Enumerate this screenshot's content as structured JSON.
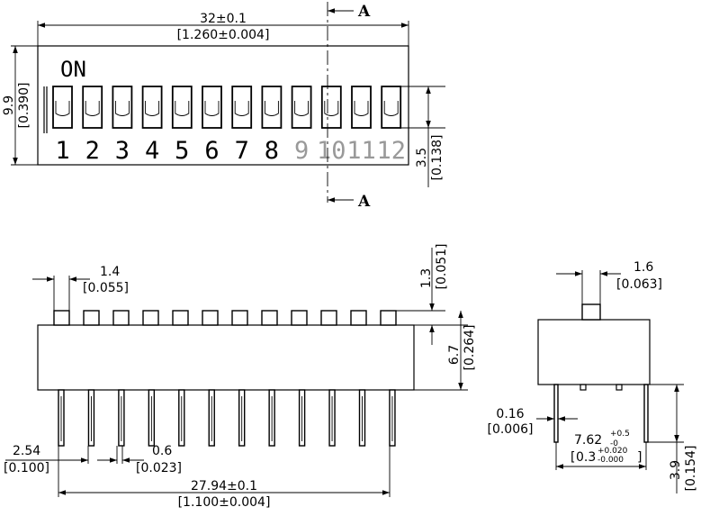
{
  "top_view": {
    "length_dim": "32±0.1",
    "length_dim_in": "[1.260±0.004]",
    "height_dim": "9.9",
    "height_dim_in": "[0.390]",
    "switch_dim": "3.5",
    "switch_dim_in": "[0.138]",
    "on_label": "ON",
    "section_label_top": "A",
    "section_label_bottom": "A",
    "position_numbers": [
      "1",
      "2",
      "3",
      "4",
      "5",
      "6",
      "7",
      "8",
      "9",
      "10",
      "11",
      "12"
    ]
  },
  "front_view": {
    "actuator_width": "1.4",
    "actuator_width_in": "[0.055]",
    "actuator_height": "1.3",
    "actuator_height_in": "[0.051]",
    "body_height": "6.7",
    "body_height_in": "[0.264]",
    "pitch": "2.54",
    "pitch_in": "[0.100]",
    "pin_width": "0.6",
    "pin_width_in": "[0.023]",
    "pin_span": "27.94±0.1",
    "pin_span_in": "[1.100±0.004]"
  },
  "side_view": {
    "actuator_width": "1.6",
    "actuator_width_in": "[0.063]",
    "pin_thickness": "0.16",
    "pin_thickness_in": "[0.006]",
    "row_spacing": "7.62",
    "row_spacing_tol_upper": "+0.5",
    "row_spacing_tol_lower": "-0",
    "row_spacing_in": "0.3",
    "row_spacing_in_tol_upper": "+0.020",
    "row_spacing_in_tol_lower": "-0.000",
    "pin_length": "3.9",
    "pin_length_in": "[0.154]"
  }
}
